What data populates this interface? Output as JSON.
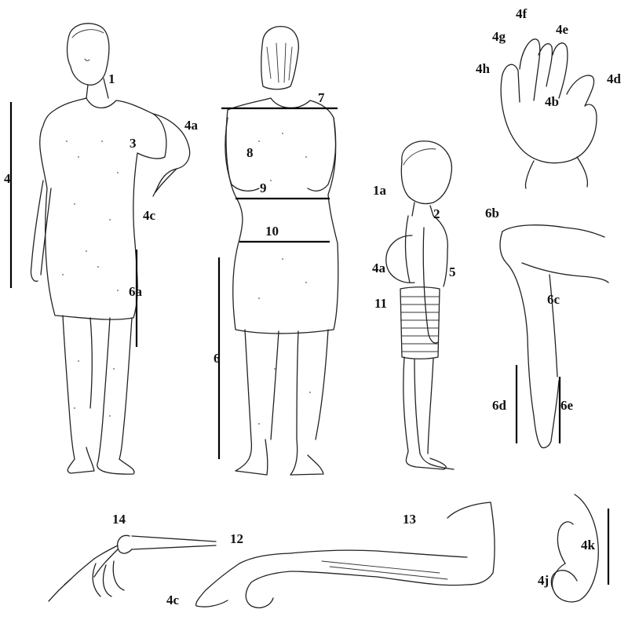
{
  "labels": {
    "l1": "1",
    "l1a": "1a",
    "l2": "2",
    "l3": "3",
    "l4": "4",
    "l4a_front": "4a",
    "l4a_side": "4a",
    "l4b": "4b",
    "l4c_front": "4c",
    "l4c_arm": "4c",
    "l4d": "4d",
    "l4e": "4e",
    "l4f": "4f",
    "l4g": "4g",
    "l4h": "4h",
    "l4j": "4j",
    "l4k": "4k",
    "l5": "5",
    "l6": "6",
    "l6a": "6a",
    "l6b": "6b",
    "l6c": "6c",
    "l6d": "6d",
    "l6e": "6e",
    "l7": "7",
    "l8": "8",
    "l9": "9",
    "l10": "10",
    "l11": "11",
    "l12": "12",
    "l13": "13",
    "l14": "14"
  }
}
